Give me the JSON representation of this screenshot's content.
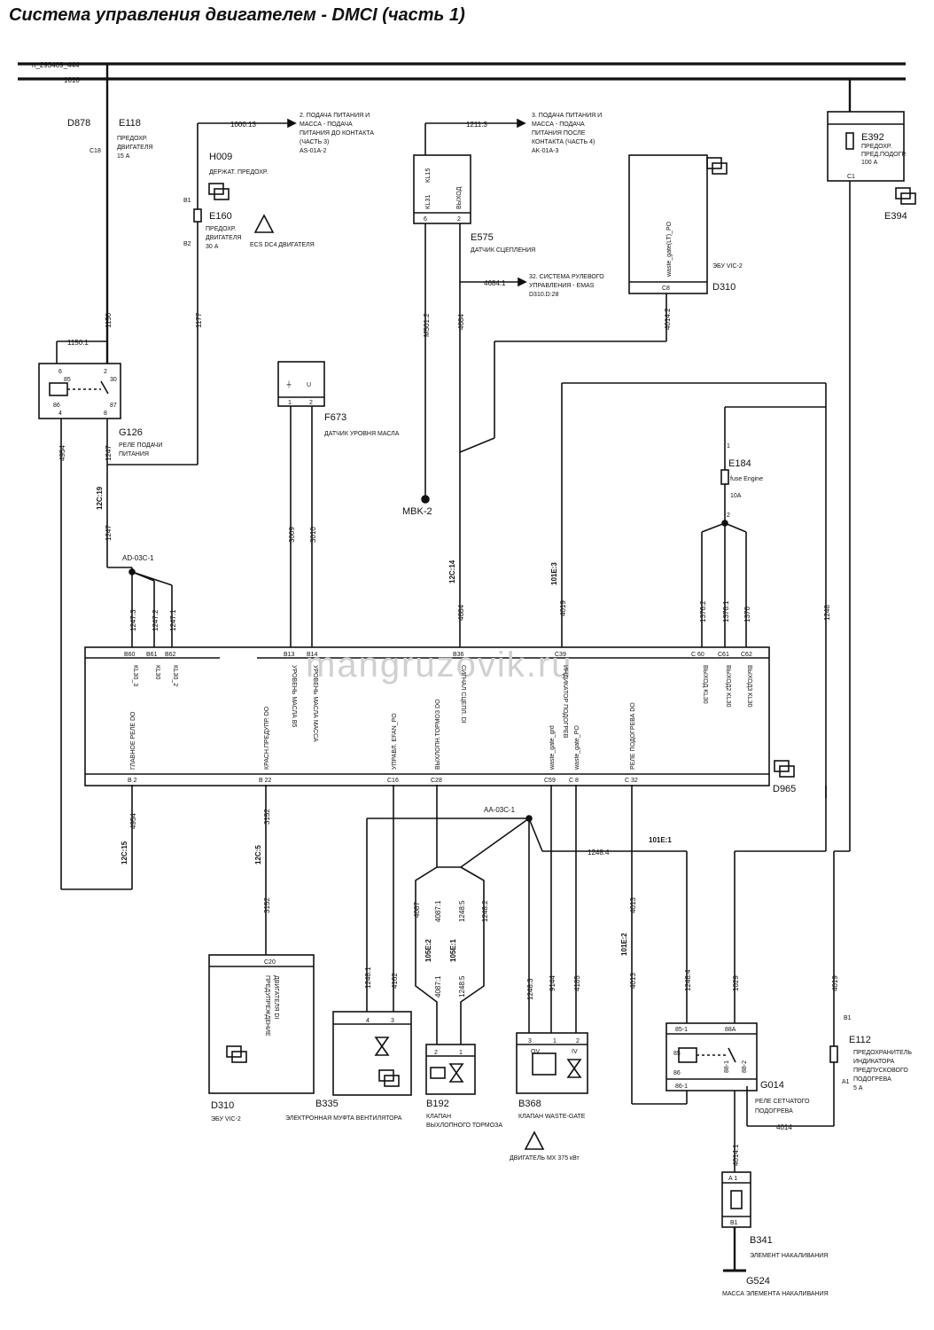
{
  "title": "Система управления двигателем - DMCI (часть 1)",
  "watermark": "mangruzovik.ru",
  "bus": {
    "top": "n_293409_444",
    "bottom": "1010"
  },
  "components": {
    "d878": "D878",
    "e118": {
      "code": "E118",
      "desc1": "ПРЕДОХР.",
      "desc2": "ДВИГАТЕЛЯ",
      "desc3": "15 А",
      "pin": "C18"
    },
    "h009": {
      "code": "H009",
      "desc": "ДЕРЖАТ. ПРЕДОХР."
    },
    "e160": {
      "code": "E160",
      "desc1": "ПРЕДОХР.",
      "desc2": "ДВИГАТЕЛЯ",
      "desc3": "30 А",
      "pin1": "B1",
      "pin2": "B2",
      "note": "ECS DC4 ДВИГАТЕЛЯ"
    },
    "ref2": {
      "wire": "1000:13",
      "l1": "2. ПОДАЧА ПИТАНИЯ И",
      "l2": "МАССА - ПОДАЧА",
      "l3": "ПИТАНИЯ ДО КОНТАКТА",
      "l4": "(ЧАСТЬ 3)",
      "l5": "AS-01A-2"
    },
    "ref3": {
      "wire": "1211:3",
      "l1": "3. ПОДАЧА ПИТАНИЯ И",
      "l2": "МАССА - ПОДАЧА",
      "l3": "ПИТАНИЯ ПОСЛЕ",
      "l4": "КОНТАКТА (ЧАСТЬ 4)",
      "l5": "AK-01A-3"
    },
    "e575": {
      "code": "E575",
      "desc": "ДАТЧИК СЦЕПЛЕНИЯ",
      "p1": "KL31",
      "p2": "KL15",
      "p3": "ВЫХОД",
      "n6": "6",
      "n2": "2"
    },
    "ref32": {
      "wire": "4684:1",
      "l1": "32. СИСТЕМА РУЛЕВОГО",
      "l2": "УПРАВЛЕНИЯ - EMAS",
      "l3": "D310.D:28"
    },
    "d310_top": {
      "code": "D310",
      "desc": "ЭБУ VIC-2",
      "sig": "waste_gate(LT)_PO",
      "pin": "C8"
    },
    "e392": {
      "code": "E392",
      "desc1": "ПРЕДОХР.",
      "desc2": "ПРЕД.ПОДОГР.",
      "desc3": "100 А",
      "pin": "C1",
      "e394": "E394"
    },
    "g126": {
      "code": "G126",
      "desc1": "РЕЛЕ ПОДАЧИ",
      "desc2": "ПИТАНИЯ",
      "wire": "1150:1",
      "p6": "6",
      "p2": "2",
      "p85": "85",
      "p30": "30",
      "p4": "4",
      "p8": "8",
      "p86": "86",
      "p87": "87"
    },
    "f673": {
      "code": "F673",
      "desc": "ДАТЧИК УРОВНЯ МАСЛА",
      "p1": "1",
      "p2": "2",
      "u": "U"
    },
    "mbk": "MBK-2",
    "e184": {
      "code": "E184",
      "desc1": "fuse Engine",
      "desc2": "10A",
      "p1": "1",
      "p2": "2"
    },
    "ad03c": "AD-03C-1",
    "aa03c": "AA-03C-1",
    "d965": "D965",
    "d310_bot": {
      "code": "D310",
      "desc": "ЭБУ VIC-2",
      "pin": "C20",
      "sig1": "ПРЕДУПРЕЖДЕНИЕ",
      "sig2": "ДВИГАТЕЛЯ DI"
    },
    "b335": {
      "code": "B335",
      "desc": "ЭЛЕКТРОННАЯ МУФТА ВЕНТИЛЯТОРА",
      "p4": "4",
      "p3": "3"
    },
    "b192": {
      "code": "B192",
      "desc1": "КЛАПАН",
      "desc2": "ВЫХЛОПНОГО ТОРМОЗА",
      "p2": "2",
      "p1": "1"
    },
    "b368": {
      "code": "B368",
      "desc": "КЛАПАН WASTE-GATE",
      "p3": "3",
      "p1": "1",
      "p2": "2",
      "ov": "OV",
      "iv": "IV",
      "note": "ДВИГАТЕЛЬ MX 375 кВт"
    },
    "g014": {
      "code": "G014",
      "desc1": "РЕЛЕ СЕТЧАТОГО",
      "desc2": "ПОДОГРЕВА",
      "p851": "85-1",
      "p88a": "88A",
      "p85": "85",
      "p86": "86",
      "p861": "86-1",
      "p881": "88-1",
      "p882": "88-2"
    },
    "e112": {
      "code": "E112",
      "desc1": "ПРЕДОХРАНИТЕЛЬ",
      "desc2": "ИНДИКАТОРА",
      "desc3": "ПРЕДПУСКОВОГО",
      "desc4": "ПОДОГРЕВА",
      "desc5": "5 А",
      "b1": "B1",
      "a1": "A1"
    },
    "b341": {
      "code": "B341",
      "desc": "ЭЛЕМЕНТ НАКАЛИВАНИЯ",
      "a1": "A 1",
      "b1": "B1"
    },
    "g524": {
      "code": "G524",
      "desc": "МАССА ЭЛЕМЕНТА НАКАЛИВАНИЯ"
    }
  },
  "ecu_pins": [
    {
      "pin": "B60",
      "sig": "KL30_3"
    },
    {
      "pin": "B61",
      "sig": "KL30"
    },
    {
      "pin": "B62",
      "sig": "KL30_2"
    },
    {
      "pin": "B13",
      "sig": "УРОВЕНЬ МАСЛА B5"
    },
    {
      "pin": "B14",
      "sig": "УРОВЕНЬ МАСЛА МАССА"
    },
    {
      "pin": "B36",
      "sig": "СИГНАЛ СЦЕПЛ. DI"
    },
    {
      "pin": "C39",
      "sig": "ИНДИКАТОР ПОДОГРЕВ"
    },
    {
      "pin": "C 60",
      "sig": "ВЫХОД KL30"
    },
    {
      "pin": "C61",
      "sig": "ВЫХОД2 KL30"
    },
    {
      "pin": "C62",
      "sig": "ВЫХОД3 KL30"
    },
    {
      "pin": "B 2",
      "sig": "ГЛАВНОЕ РЕЛЕ DO"
    },
    {
      "pin": "B 22",
      "sig": "КРАСН.ПРЕДУПР. DO"
    },
    {
      "pin": "C16",
      "sig": "УПРАВЛ. EFAN_PO"
    },
    {
      "pin": "C28",
      "sig": "ВЫХЛОПН.ТОРМОЗ DO"
    },
    {
      "pin": "C59",
      "sig": "waste_gate_grd"
    },
    {
      "pin": "C 8",
      "sig": "waste_gate_PO"
    },
    {
      "pin": "C 32",
      "sig": "РЕЛЕ ПОДОГРЕВА DO"
    }
  ],
  "wires": {
    "w1150": "1150",
    "w1177": "1177",
    "w4954a": "4954",
    "w1247a": "1247",
    "w12c19": "12C:19",
    "w1247b": "1247",
    "w1247_3": "1247:3",
    "w1247_2": "1247:2",
    "w1247_1": "1247:1",
    "w3009": "3009",
    "w3010": "3010",
    "wm501": "M501:2",
    "w4684a": "4684",
    "w12c14": "12C:14",
    "w4684b": "4684",
    "w4014_2": "4014:2",
    "w101e3": "101E:3",
    "w4019a": "4019",
    "w1376_2": "1376:2",
    "w1376_1": "1376:1",
    "w1376": "1376",
    "w1248a": "1248",
    "w4954b": "4954",
    "w12c15": "12C:15",
    "w3152a": "3152",
    "w12c5": "12C:5",
    "w3152b": "3152",
    "w1248_1": "1248:1",
    "w4162": "4162",
    "w4087": "4087",
    "w105e2": "105E:2",
    "w4087_1a": "4087:1",
    "w4087_1b": "4087:1",
    "w1248_5a": "1248:5",
    "w105e1": "105E:1",
    "w1248_5b": "1248:5",
    "w1248_2": "1248:2",
    "w1248_3": "1248:3",
    "w9144": "9144",
    "w4185": "4185",
    "w1248_4a": "1248:4",
    "w101e1": "101E:1",
    "w4013a": "4013",
    "w101e2": "101E:2",
    "w4013b": "4013",
    "w1248_4b": "1248:4",
    "w1029": "1029",
    "w4019b": "4019",
    "w4014": "4014",
    "w4014_1": "4014:1"
  }
}
